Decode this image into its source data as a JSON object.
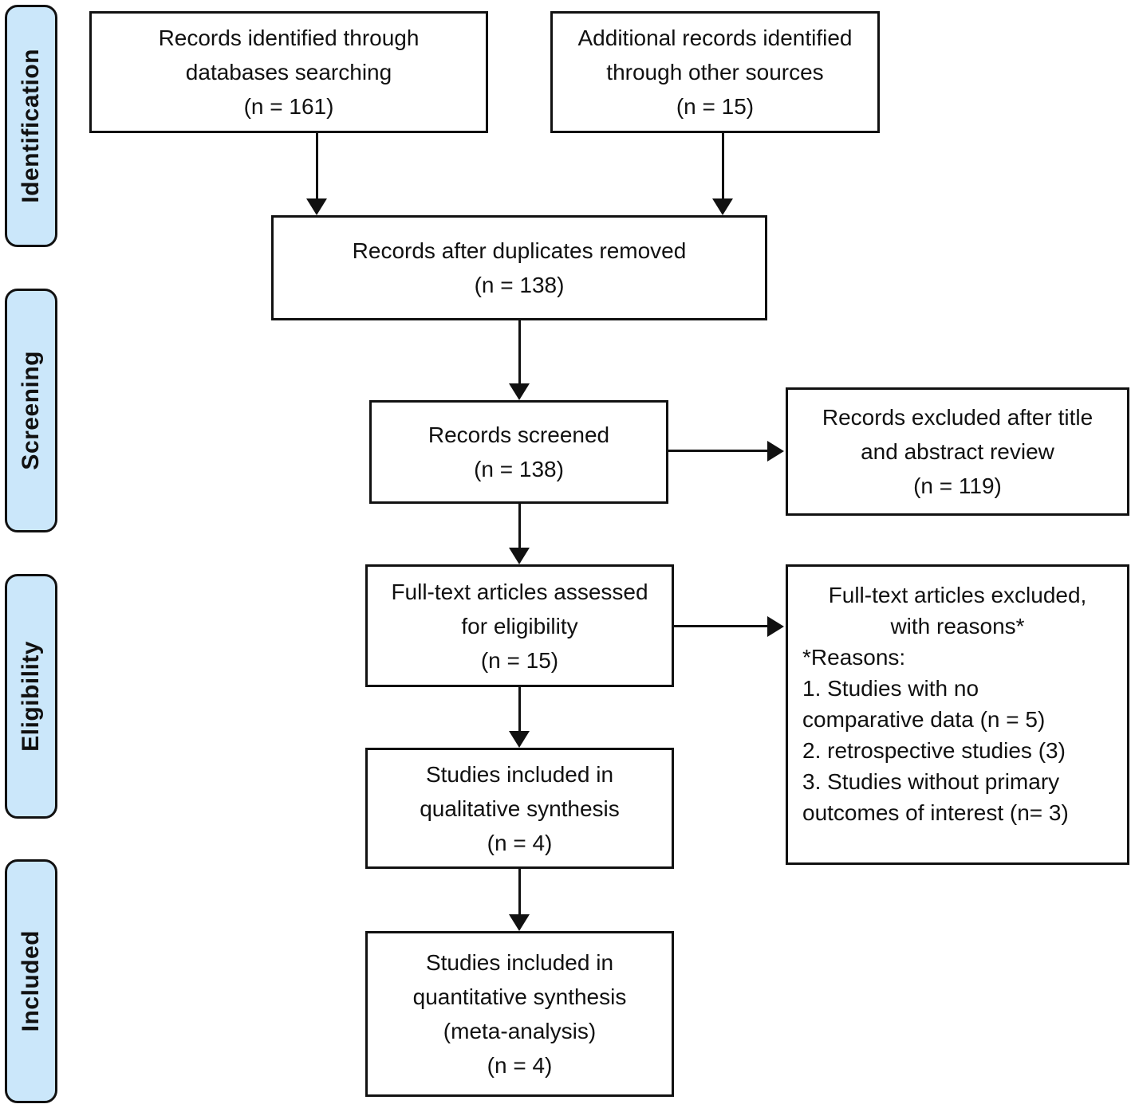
{
  "figure": {
    "kind": "PRISMA flow diagram",
    "colors": {
      "stage_fill": "#cbe7fa",
      "box_fill": "#ffffff",
      "line_color": "#111111"
    }
  },
  "sidebar": {
    "stages": [
      {
        "label": "Identification"
      },
      {
        "label": "Screening"
      },
      {
        "label": "Eligibility"
      },
      {
        "label": "Included"
      }
    ]
  },
  "boxes": {
    "identified": {
      "lines": [
        "Records identified through",
        "databases searching",
        "(n = 161)"
      ]
    },
    "additional": {
      "lines": [
        "Additional records identified",
        "through other sources",
        "(n = 15)"
      ]
    },
    "deduplicated": {
      "lines": [
        "Records after duplicates removed",
        "(n = 138)"
      ]
    },
    "screened": {
      "lines": [
        "Records screened",
        "(n = 138)"
      ]
    },
    "excluded_title_abstract": {
      "lines": [
        "Records excluded after title",
        "and abstract review",
        "(n = 119)"
      ]
    },
    "fulltext_assessed": {
      "lines": [
        "Full-text articles assessed",
        "for eligibility",
        "(n = 15)"
      ]
    },
    "fulltext_excluded": {
      "head_lines": [
        "Full-text articles excluded,",
        "with reasons*"
      ],
      "reason_lines": [
        "*Reasons:",
        "1. Studies with no",
        "comparative data (n = 5)",
        "2. retrospective studies (3)",
        "3. Studies without primary",
        "outcomes of interest (n= 3)"
      ]
    },
    "qualitative": {
      "lines": [
        "Studies included in",
        "qualitative synthesis",
        "(n = 4)"
      ]
    },
    "quantitative": {
      "lines": [
        "Studies included in",
        "quantitative synthesis",
        "(meta-analysis)",
        "(n = 4)"
      ]
    }
  }
}
